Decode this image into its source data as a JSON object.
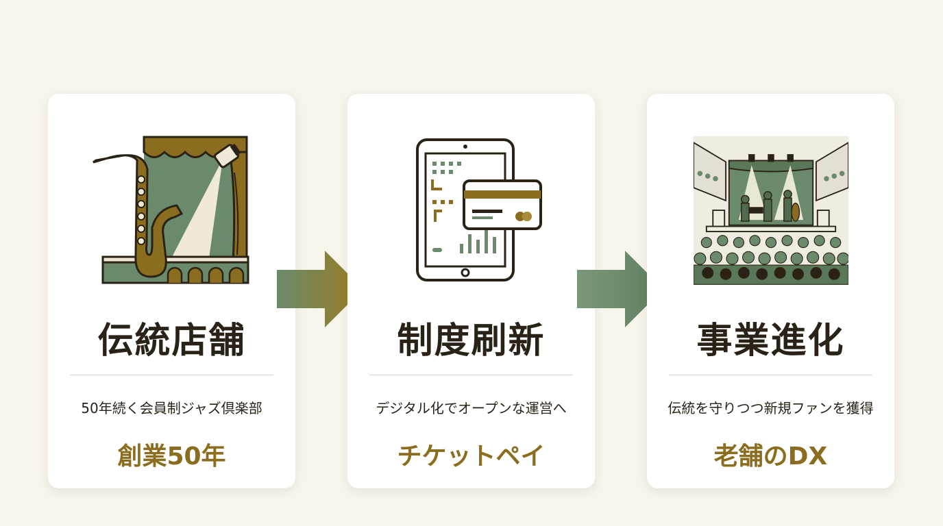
{
  "steps": [
    {
      "title": "伝統店舗",
      "description": "50年続く会員制ジャズ倶楽部",
      "highlight": "創業50年",
      "icon": "saxophone-stage-icon"
    },
    {
      "title": "制度刷新",
      "description": "デジタル化でオープンな運営へ",
      "highlight": "チケットペイ",
      "icon": "tablet-payment-icon"
    },
    {
      "title": "事業進化",
      "description": "伝統を守りつつ新規ファンを獲得",
      "highlight": "老舗のDX",
      "icon": "concert-hall-icon"
    }
  ],
  "colors": {
    "background": "#f7f4ec",
    "card": "#ffffff",
    "olive_green": "#6b8a6b",
    "gold": "#8a6d1e",
    "dark_text": "#2a2216"
  }
}
